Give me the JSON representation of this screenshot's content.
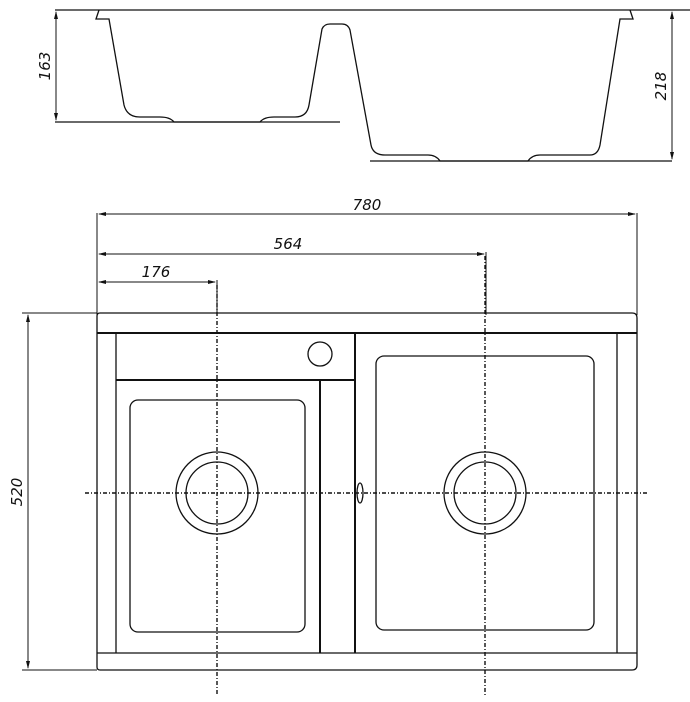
{
  "diagram": {
    "type": "technical-drawing",
    "subject": "double-bowl kitchen sink",
    "side_view": {
      "dimensions": {
        "left_bowl_depth": "163",
        "right_bowl_depth": "218"
      }
    },
    "top_view": {
      "dimensions": {
        "overall_width": "780",
        "right_drain_offset": "564",
        "left_drain_offset": "176",
        "overall_depth": "520"
      }
    }
  }
}
